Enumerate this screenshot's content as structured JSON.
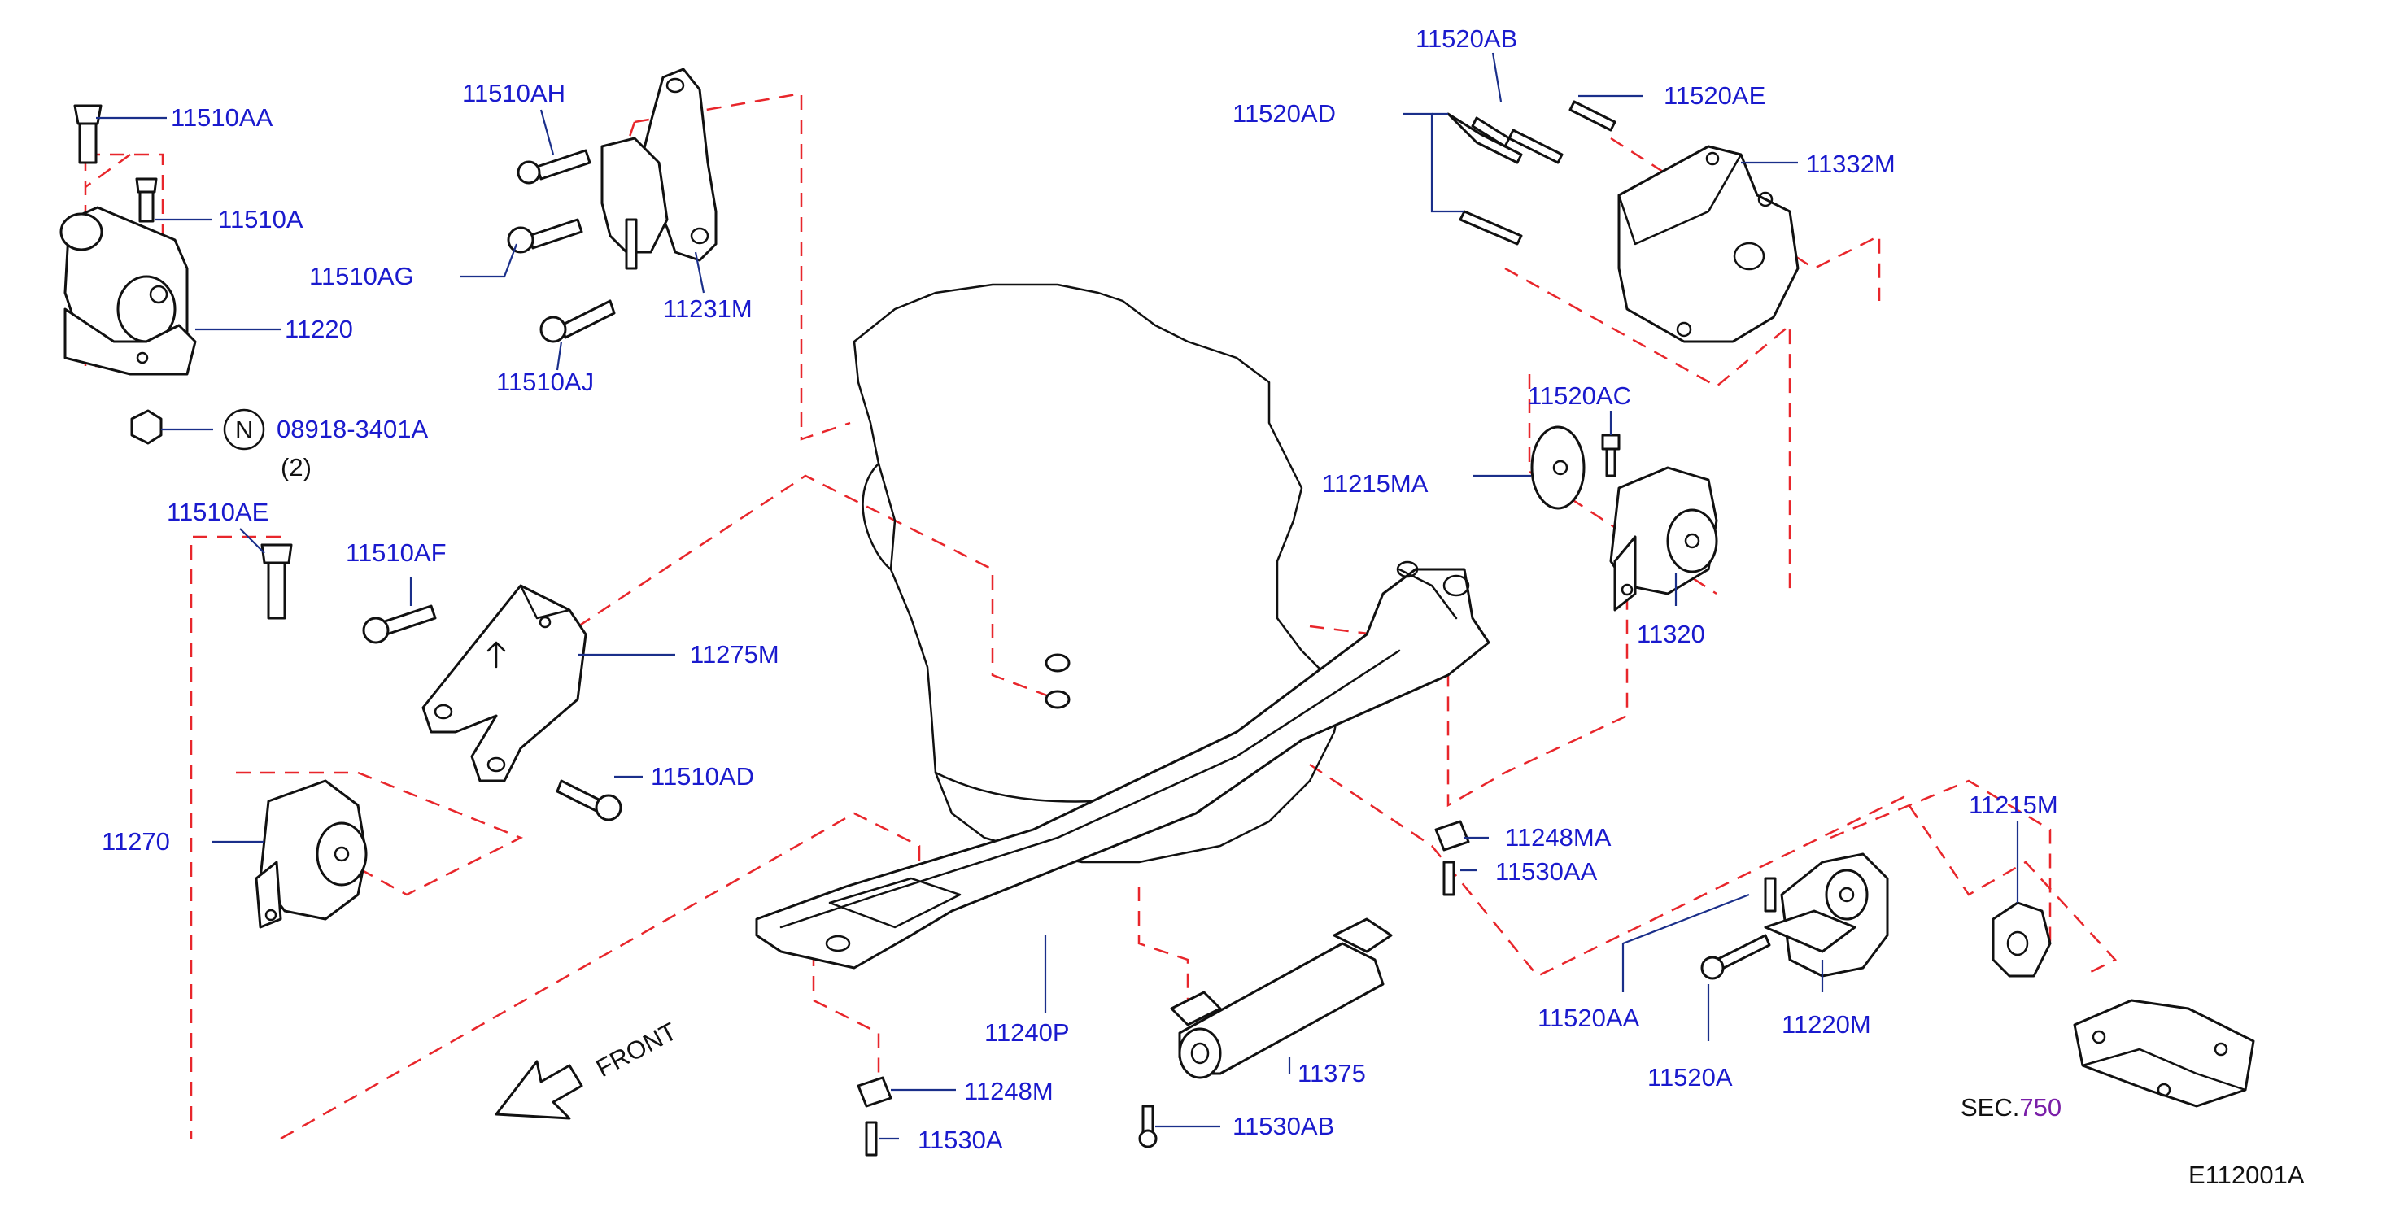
{
  "diagram": {
    "figure_code": "E112001A",
    "direction_label": "FRONT",
    "sec_prefix": "SEC.",
    "sec_number": "750",
    "nut_symbol": "N",
    "nut_qty": "(2)",
    "colors": {
      "label": "#1a1acd",
      "dashed_line": "#e8262b",
      "leader": "#1a2f8a",
      "section_ref": "#7a1fa8"
    },
    "callouts": [
      "11510AA",
      "11510A",
      "11220",
      "08918-3401A",
      "11510AH",
      "11510AG",
      "11231M",
      "11510AJ",
      "11520AB",
      "11520AE",
      "11520AD",
      "11332M",
      "11520AC",
      "11215MA",
      "11320",
      "11510AE",
      "11510AF",
      "11275M",
      "11510AD",
      "11270",
      "11248MA",
      "11530AA",
      "11215M",
      "11520AA",
      "11520A",
      "11220M",
      "11240P",
      "11375",
      "11248M",
      "11530A",
      "11530AB"
    ]
  }
}
